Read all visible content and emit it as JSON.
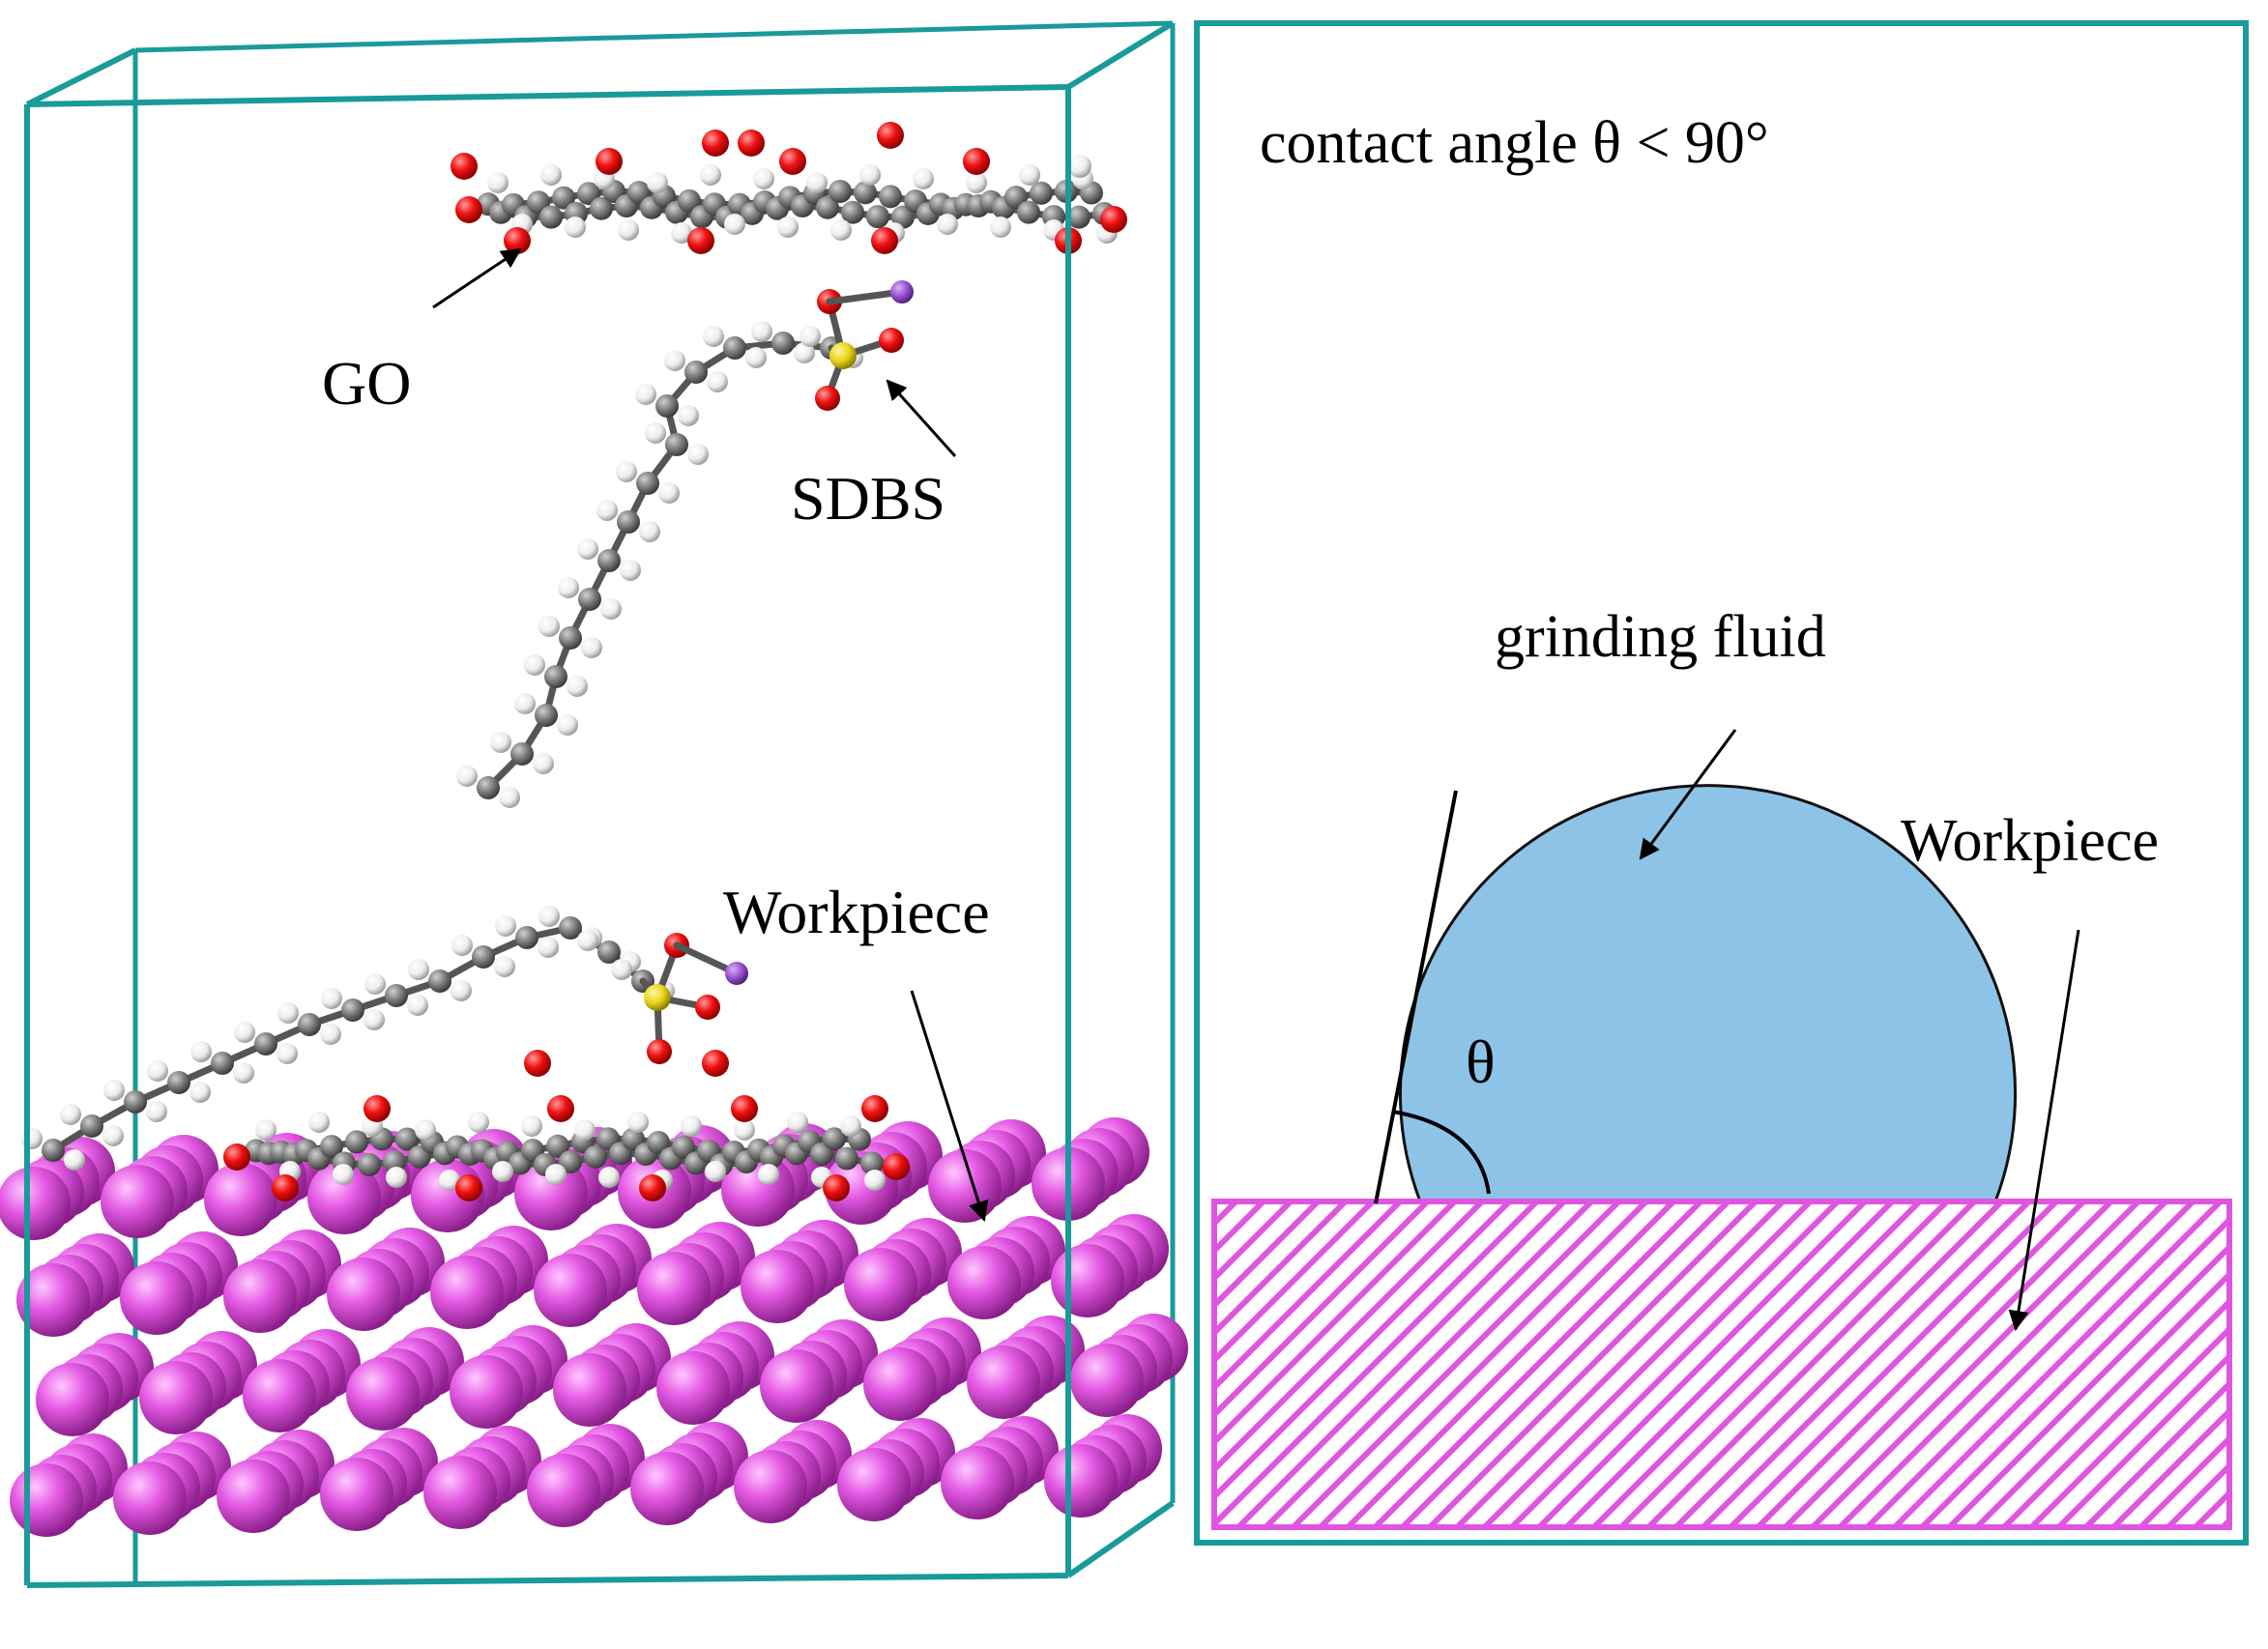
{
  "left_panel": {
    "labels": {
      "go": "GO",
      "sdbs": "SDBS",
      "workpiece": "Workpiece"
    }
  },
  "right_panel": {
    "title": "contact angle θ < 90°",
    "labels": {
      "fluid": "grinding fluid",
      "workpiece": "Workpiece",
      "theta": "θ"
    }
  },
  "colors": {
    "box": "#1a9a9a",
    "carbon": "#7a7a7a",
    "hydrogen": "#f2f2f2",
    "oxygen": "#ee1111",
    "sulfur": "#e8d41a",
    "sodium": "#9a4fcf",
    "metal": "#e055e0",
    "droplet": "#8ec3e8",
    "hatch": "#e055e0"
  }
}
